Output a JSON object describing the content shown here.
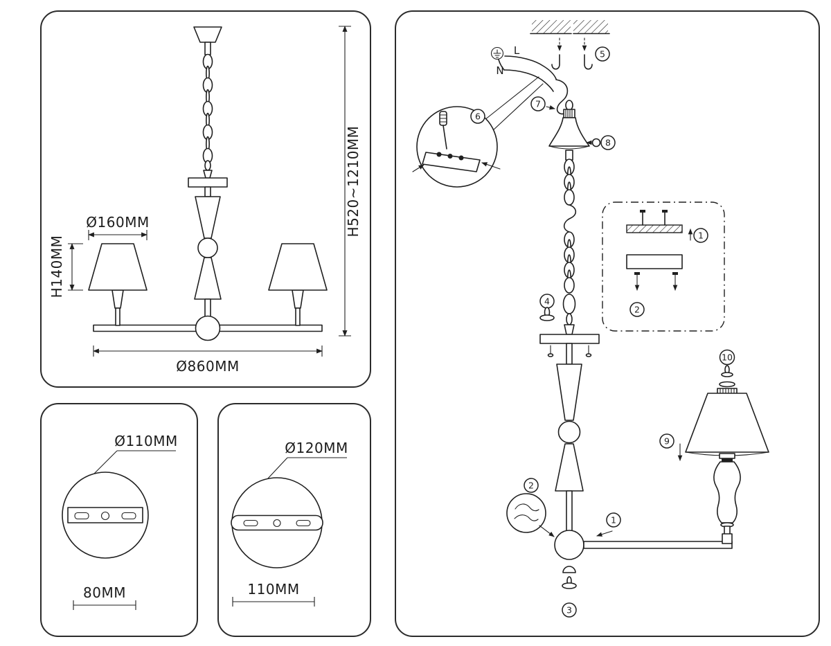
{
  "ink": "#1f1f1f",
  "dimensions_panel": {
    "shade_diameter": "Ø160MM",
    "shade_height": "H140MM",
    "overall_height": "H520~1210MM",
    "overall_width": "Ø860MM"
  },
  "small_bracket_panel": {
    "diameter": "Ø110MM",
    "hole_spacing": "80MM"
  },
  "large_bracket_panel": {
    "diameter": "Ø120MM",
    "hole_spacing": "110MM"
  },
  "assembly_panel": {
    "wires": {
      "live": "L",
      "neutral": "N"
    },
    "steps": {
      "hooks": "5",
      "hang_chain": "7",
      "canopy_screw": "8",
      "terminal_block": "6",
      "bracket_to_ceiling": "1",
      "bracket_screws": "2",
      "chain_thumbscrew": "4",
      "connect_wires": "2",
      "insert_arm": "1",
      "bottom_finial": "3",
      "place_shade": "9",
      "shade_finial": "10"
    }
  }
}
